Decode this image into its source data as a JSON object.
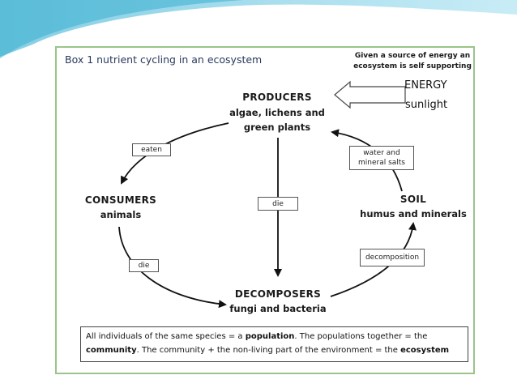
{
  "title": "Box 1 nutrient cycling in an ecosystem",
  "note": {
    "line1": "Given a source of energy an",
    "line2": "ecosystem is self supporting"
  },
  "energy": {
    "label": "ENERGY",
    "source": "sunlight"
  },
  "nodes": {
    "producers": {
      "label": "PRODUCERS",
      "line1": "algae, lichens and",
      "line2": "green plants"
    },
    "consumers": {
      "label": "CONSUMERS",
      "sub": "animals"
    },
    "soil": {
      "label": "SOIL",
      "sub": "humus and minerals"
    },
    "decomposers": {
      "label": "DECOMPOSERS",
      "sub": "fungi and bacteria"
    }
  },
  "edge_labels": {
    "eaten": "eaten",
    "die_center": "die",
    "die_left": "die",
    "water_line1": "water and",
    "water_line2": "mineral salts",
    "decomposition": "decomposition"
  },
  "footer": {
    "p1": "All individuals of the same species = a ",
    "b1": "population",
    "p2": ". The populations together = the",
    "b2": "community",
    "p3": ". The community + the non-living part of the environment = the ",
    "b3": "ecosystem"
  },
  "colors": {
    "frame": "#9bc48a",
    "slide_wave": "#8fd6ea"
  }
}
